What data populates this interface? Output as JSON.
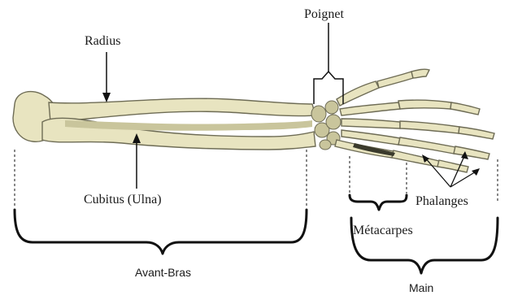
{
  "labels": {
    "radius": "Radius",
    "poignet": "Poignet",
    "cubitus": "Cubitus (Ulna)",
    "phalanges": "Phalanges",
    "metacarpes": "Métacarpes",
    "avant_bras": "Avant-Bras",
    "main": "Main"
  },
  "colors": {
    "bone": "#e8e4c0",
    "bone_shade": "#c9c59c",
    "bone_edge": "#6e6c55",
    "ink": "#111111"
  }
}
